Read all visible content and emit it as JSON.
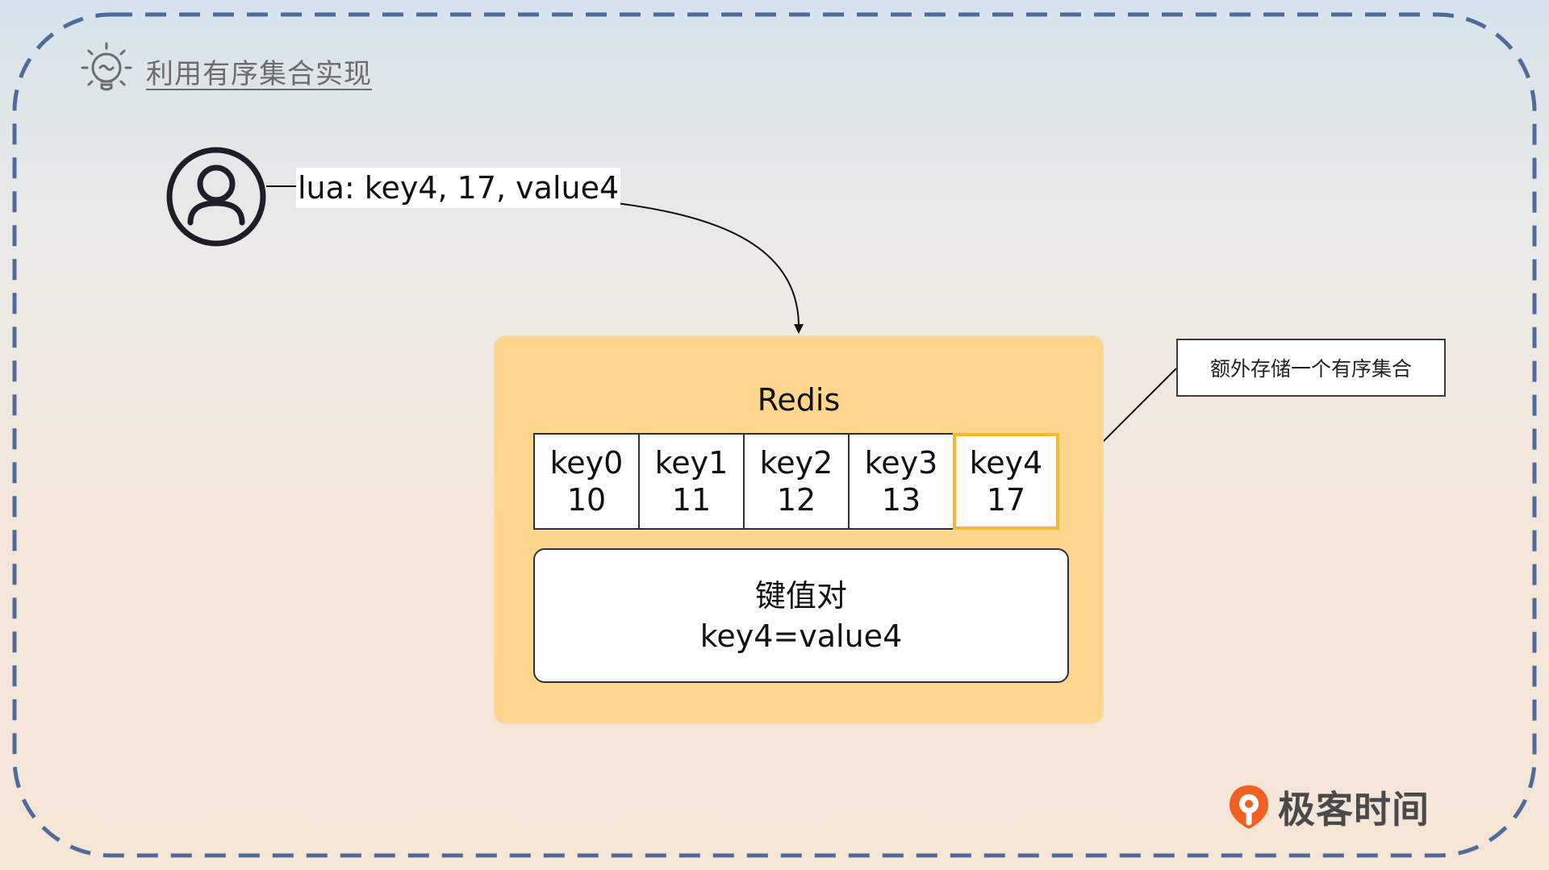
{
  "title": "利用有序集合实现",
  "client": {
    "command_label": "lua: key4, 17, value4"
  },
  "redis": {
    "title": "Redis",
    "sorted_set": [
      {
        "key": "key0",
        "score": "10"
      },
      {
        "key": "key1",
        "score": "11"
      },
      {
        "key": "key2",
        "score": "12"
      },
      {
        "key": "key3",
        "score": "13"
      },
      {
        "key": "key4",
        "score": "17"
      }
    ],
    "kv_store": {
      "title": "键值对",
      "entry": "key4=value4"
    }
  },
  "note": "额外存储一个有序集合",
  "logo": {
    "text": "极客时间"
  },
  "colors": {
    "frame_dash": "#4f6a9c",
    "redis_fill": "#fed58d",
    "highlight": "#f9b926",
    "logo_orange": "#f16022"
  },
  "icons": {
    "title": "lightbulb-icon",
    "client": "user-icon",
    "logo": "geektime-logo-icon"
  }
}
